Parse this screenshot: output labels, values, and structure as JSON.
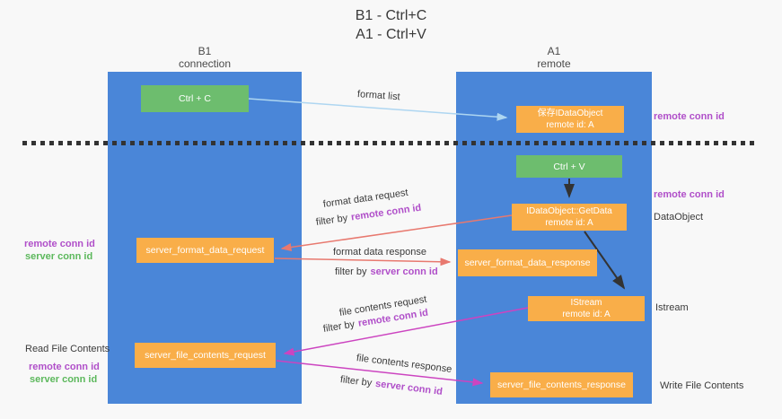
{
  "title": {
    "line1": "B1 - Ctrl+C",
    "line2": "A1 - Ctrl+V"
  },
  "lanes": {
    "left": {
      "name": "B1",
      "subtitle": "connection"
    },
    "right": {
      "name": "A1",
      "subtitle": "remote"
    }
  },
  "boxes": {
    "ctrl_c": {
      "label": "Ctrl + C"
    },
    "saved_idataobject": {
      "line1": "保存IDataObject",
      "line2": "remote id: A"
    },
    "ctrl_v": {
      "label": "Ctrl + V"
    },
    "getdata": {
      "line1": "IDataObject::GetData",
      "line2": "remote id: A"
    },
    "format_request": {
      "label": "server_format_data_request"
    },
    "format_response": {
      "label": "server_format_data_response"
    },
    "istream": {
      "line1": "IStream",
      "line2": "remote id: A"
    },
    "file_request": {
      "label": "server_file_contents_request"
    },
    "file_response": {
      "label": "server_file_contents_response"
    }
  },
  "labels": {
    "remote_conn_id": "remote conn id",
    "server_conn_id": "server conn id",
    "dataobject": "DataObject",
    "istream": "Istream",
    "read_file_contents": "Read File Contents",
    "write_file_contents": "Write File Contents",
    "format_list": "format list",
    "format_data_request": "format data request",
    "format_data_response": "format data response",
    "file_contents_request": "file contents request",
    "file_contents_response": "file contents response",
    "filter_by": "filter by"
  },
  "colors": {
    "background": "#f8f8f8",
    "lane_blue": "#4a86d8",
    "box_green": "#6dbd6e",
    "box_orange": "#f9ae49",
    "label_purple": "#b04fc9",
    "label_green": "#5cb85c",
    "arrow_salmon": "#e8796f",
    "arrow_magenta": "#cc44c0",
    "arrow_lightblue": "#aed6f1",
    "arrow_black": "#333333"
  }
}
